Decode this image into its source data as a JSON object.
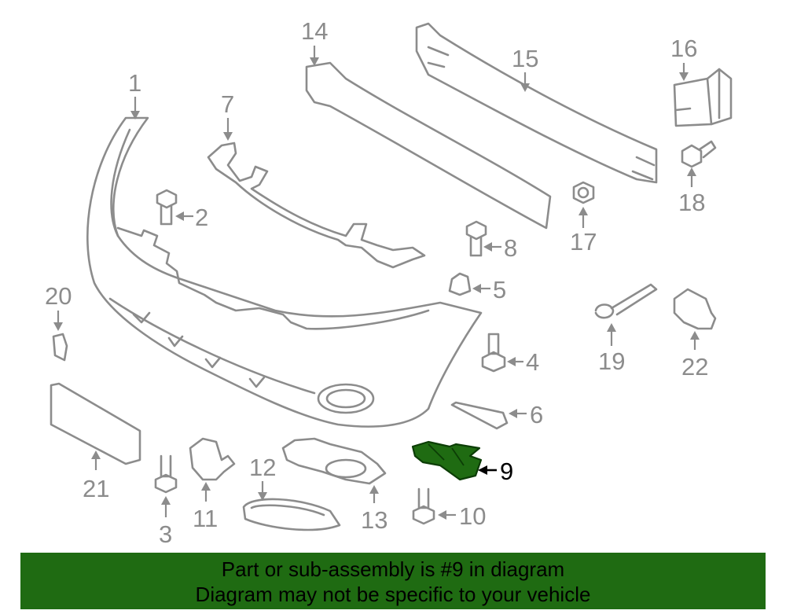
{
  "callouts": {
    "c1": "1",
    "c2": "2",
    "c3": "3",
    "c4": "4",
    "c5": "5",
    "c6": "6",
    "c7": "7",
    "c8": "8",
    "c9": "9",
    "c10": "10",
    "c11": "11",
    "c12": "12",
    "c13": "13",
    "c14": "14",
    "c15": "15",
    "c16": "16",
    "c17": "17",
    "c18": "18",
    "c19": "19",
    "c20": "20",
    "c21": "21",
    "c22": "22"
  },
  "highlighted_part": "9",
  "banner": {
    "line1": "Part or sub-assembly is #9 in diagram",
    "line2": "Diagram may not be specific to your vehicle"
  },
  "colors": {
    "highlight": "#1f6b12",
    "line_art": "#8c8c8c",
    "banner_bg": "#1f6b12"
  }
}
